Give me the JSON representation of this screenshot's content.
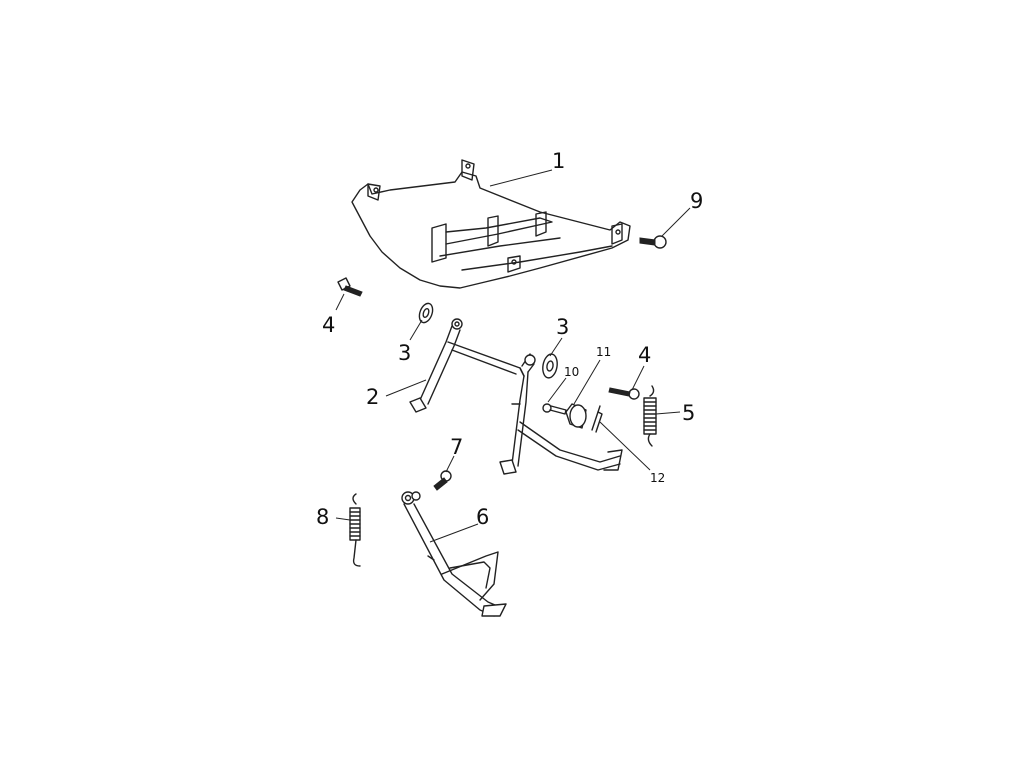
{
  "callouts": {
    "c1": "1",
    "c2": "2",
    "c3a": "3",
    "c3b": "3",
    "c4a": "4",
    "c4b": "4",
    "c5": "5",
    "c6": "6",
    "c7": "7",
    "c8": "8",
    "c9": "9",
    "c10": "10",
    "c11": "11",
    "c12": "12"
  }
}
